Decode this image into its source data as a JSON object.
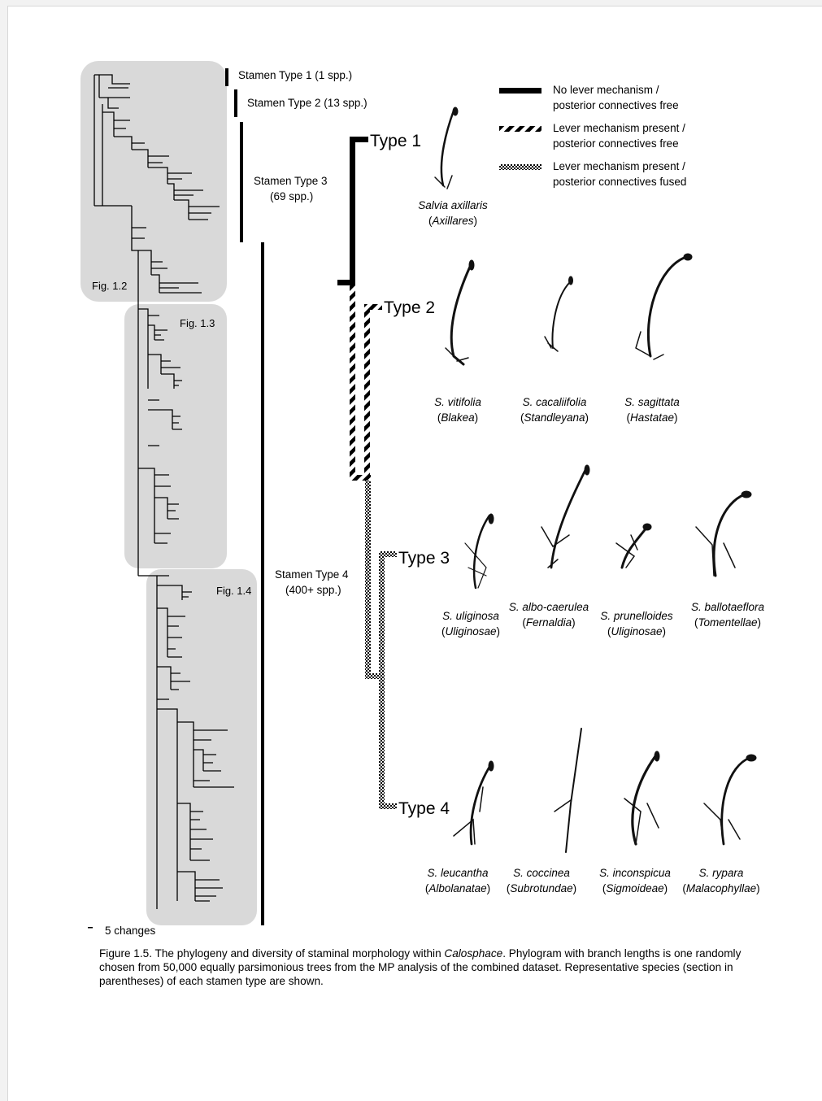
{
  "figure": {
    "panels": {
      "fig12": "Fig. 1.2",
      "fig13": "Fig. 1.3",
      "fig14": "Fig. 1.4"
    },
    "stamen_brackets": {
      "t1": "Stamen Type 1 (1 spp.)",
      "t2": "Stamen Type 2 (13 spp.)",
      "t3_line1": "Stamen Type 3",
      "t3_line2": "(69 spp.)",
      "t4_line1": "Stamen Type 4",
      "t4_line2": "(400+ spp.)"
    },
    "legend": {
      "solid_1": "No lever mechanism /",
      "solid_2": "posterior connectives free",
      "hatched_1": "Lever mechanism present /",
      "hatched_2": "posterior connectives free",
      "dotted_1": "Lever mechanism present /",
      "dotted_2": "posterior connectives fused"
    },
    "types": {
      "t1": "Type 1",
      "t2": "Type 2",
      "t3": "Type 3",
      "t4": "Type 4"
    },
    "species": {
      "t1": [
        {
          "name": "Salvia axillaris",
          "section": "Axillares"
        }
      ],
      "t2": [
        {
          "name": "S. vitifolia",
          "section": "Blakea"
        },
        {
          "name": "S. cacaliifolia",
          "section": "Standleyana"
        },
        {
          "name": "S. sagittata",
          "section": "Hastatae"
        }
      ],
      "t3": [
        {
          "name": "S. uliginosa",
          "section": "Uliginosae"
        },
        {
          "name": "S. albo-caerulea",
          "section": "Fernaldia"
        },
        {
          "name": "S. prunelloides",
          "section": "Uliginosae"
        },
        {
          "name": "S. ballotaeflora",
          "section": "Tomentellae"
        }
      ],
      "t4": [
        {
          "name": "S. leucantha",
          "section": "Albolanatae"
        },
        {
          "name": "S. coccinea",
          "section": "Subrotundae"
        },
        {
          "name": "S. inconspicua",
          "section": "Sigmoideae"
        },
        {
          "name": "S. rypara",
          "section": "Malacophyllae"
        }
      ]
    },
    "scale_label": "5 changes"
  },
  "caption": {
    "prefix": "Figure 1.5. The phylogeny and diversity of staminal morphology within ",
    "genus": "Calosphace",
    "rest": ". Phylogram with branch lengths is one randomly chosen from 50,000 equally parsimonious trees from the MP analysis of the combined dataset. Representative species (section in parentheses) of each stamen type are shown."
  }
}
